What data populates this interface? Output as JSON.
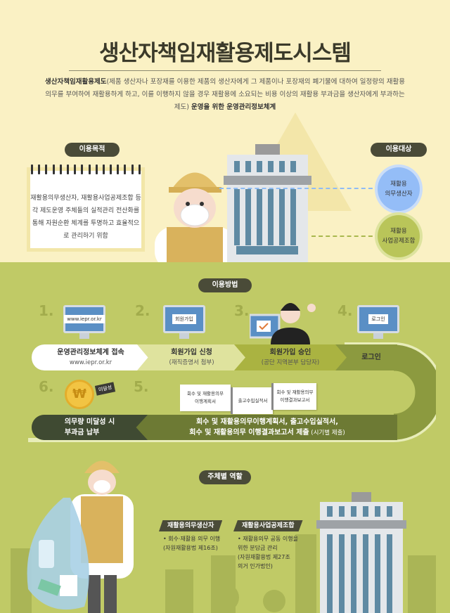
{
  "header": {
    "title": "생산자책임재활용제도시스템",
    "desc_bold1": "생산자책임재활용제도",
    "desc_body": "(제품 생산자나 포장재를 이용한 제품의 생산자에게 그 제품이나 포장재의 폐기물에 대하여 일정량의 재활용의무를 부여하여  재활용하게 하고, 이를 이행하지 않을 경우 재활용에 소요되는 비용 이상의 재활용 부과금을 생산자에게 부과하는 제도) ",
    "desc_bold2": "운영을 위한 운영관리정보체계"
  },
  "purpose": {
    "label": "이용목적",
    "text": "재활용의무생산자, 재활용사업공제조합 등 각 제도운영 주체들의 실적관리 전산화를 통해 자원순환 체계를 투명하고 효율적으로 관리하기 위함"
  },
  "target": {
    "label": "이용대상",
    "items": [
      "재활용\n의무생산자",
      "재활용\n사업공제조합"
    ]
  },
  "method": {
    "label": "이용방법",
    "numbers": [
      "1.",
      "2.",
      "3.",
      "4.",
      "5.",
      "6."
    ],
    "screens": [
      "www.iepr.or.kr",
      "회원가입",
      "로그인"
    ],
    "steps": [
      {
        "title": "운영관리정보체계 접속",
        "sub": "www.iepr.or.kr"
      },
      {
        "title": "회원가입 신청",
        "sub": "(재직증명서 첨부)"
      },
      {
        "title": "회원가입 승인",
        "sub": "(공단 지역본부 담당자)"
      },
      {
        "title": "로그인",
        "sub": ""
      }
    ],
    "coin_tag": "미달성",
    "coin_symbol": "₩",
    "docs": [
      "회수 및 재활용의무\n이행계획서",
      "출고수입실적서",
      "회수 및 재활용의무\n이행결과보고서"
    ],
    "step5_line1": "회수 및  재활용의무이행계획서, 출고수입실적서,",
    "step5_line2": "회수 및 재활용의무 이행결과보고서 제출",
    "step5_note": " (시기별 제출)",
    "step6": "의무량 미달성 시\n부과금 납부"
  },
  "roles": {
    "label": "주체별 역할",
    "producer": {
      "title": "재활용의무생산자",
      "lines": [
        "• 회수·재활용 의무 이행",
        "(자원재활용법 제16조)"
      ]
    },
    "union": {
      "title": "재활용사업공제조합",
      "lines": [
        "• 재활용의무 공동 이행을",
        "위한 분담금 관리",
        "(자원재활용법 제27조",
        "의거 인가법인)"
      ]
    }
  },
  "colors": {
    "cream": "#faf1c4",
    "green": "#c0ca66",
    "dark": "#4a4b38"
  }
}
